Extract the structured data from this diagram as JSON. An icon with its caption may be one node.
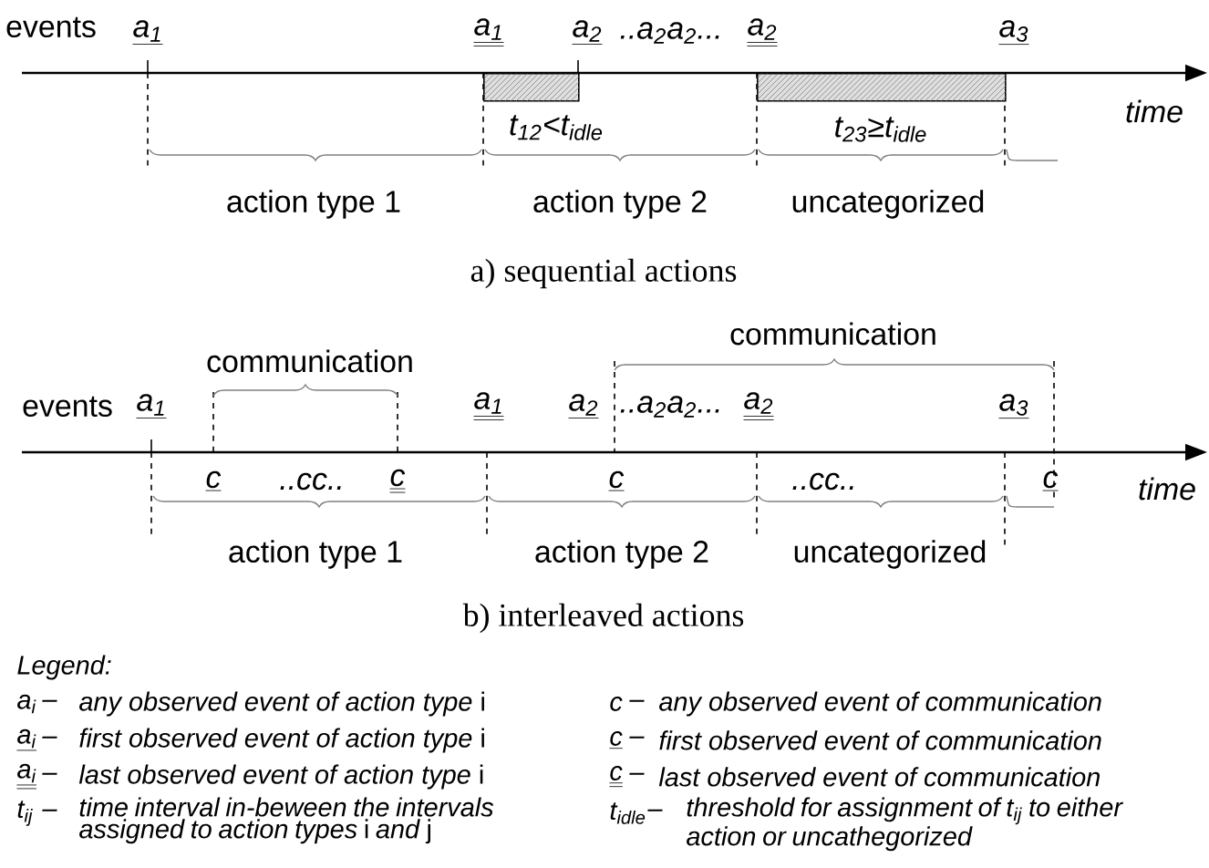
{
  "diagram": {
    "nodes": [
      {
        "text": [],
        "shape": "bar",
        "beside": [
          "t$_{12}$<t$_{idle}$"
        ]
      },
      {
        "text": [],
        "shape": "bar",
        "beside": [
          "t$_{23}$≥t$_{idle}$"
        ]
      }
    ],
    "labels": [
      "events",
      "a$_{1}$",
      "a$_{1}$",
      "a$_{2}$",
      "..a$_{2}$a$_{2}$...",
      "a$_{2}$",
      "a$_{3}$",
      "time",
      "action type 1",
      "action type 2",
      "uncategorized",
      "a) sequential actions",
      "communication",
      "communication",
      "events",
      "a$_{1}$",
      "a$_{1}$",
      "a$_{2}$",
      "..a$_{2}$a$_{2}$...",
      "a$_{2}$",
      "a$_{3}$",
      "c",
      "..cc..",
      "c",
      "c",
      "..cc..",
      "c",
      "time",
      "action type 1",
      "action type 2",
      "uncategorized",
      "b) interleaved actions",
      "Legend:",
      "a$_{i}$",
      "–",
      "*any observed event of action type* i",
      "c",
      "–",
      "any observed event of communication",
      "a$_{i}$",
      "–",
      "*first observed event of action type* i",
      "c",
      "–",
      "first observed event of communication",
      "a$_{i}$",
      "–",
      "*last observed event of action type* i",
      "c",
      "–",
      "last observed event of communication",
      "t$_{ij}$",
      "–",
      "*time interval in-beween the intervals assigned to action types* i *and* j",
      "t$_{idle}$",
      "–",
      "threshold for assignment of t$_{ij}$ to either action or uncathegorized"
    ]
  }
}
